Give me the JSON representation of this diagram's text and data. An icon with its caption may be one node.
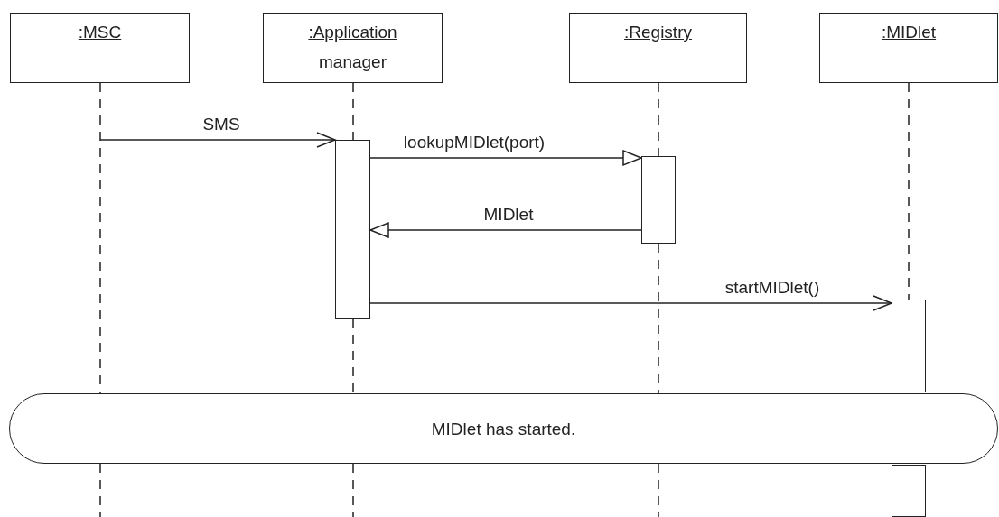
{
  "diagram": {
    "nodes": [
      {
        "text": [
          ":MSC"
        ]
      },
      {
        "text": [
          ":Application manager"
        ]
      },
      {
        "text": [
          ":Registry"
        ]
      },
      {
        "text": [
          ":MIDlet"
        ]
      },
      {
        "text": [],
        "shape": "bar"
      },
      {
        "text": [],
        "shape": "bar"
      },
      {
        "text": [],
        "shape": "bar"
      },
      {
        "text": [],
        "shape": "bar"
      },
      {
        "text": [
          "MIDlet has started."
        ]
      }
    ],
    "edges": [
      {
        "from": 0,
        "to": 4,
        "arrow": "to",
        "label": "SMS"
      },
      {
        "from": 4,
        "to": 5,
        "arrow": "to",
        "label": "lookupMIDlet(port)"
      },
      {
        "from": 5,
        "to": 4,
        "arrow": "to",
        "label": "MIDlet"
      },
      {
        "from": 4,
        "to": 6,
        "arrow": "to",
        "label": "startMIDlet()"
      },
      {
        "from": 0,
        "to": 8,
        "arrow": "none",
        "style": "dashed"
      },
      {
        "from": 8,
        "to": null,
        "arrow": "none",
        "style": "dashed"
      },
      {
        "from": 1,
        "to": 4,
        "arrow": "none",
        "style": "dashed"
      },
      {
        "from": 4,
        "to": 8,
        "arrow": "none",
        "style": "dashed"
      },
      {
        "from": 8,
        "to": null,
        "arrow": "none",
        "style": "dashed"
      },
      {
        "from": 2,
        "to": 5,
        "arrow": "none",
        "style": "dashed"
      },
      {
        "from": 5,
        "to": 8,
        "arrow": "none",
        "style": "dashed"
      },
      {
        "from": 8,
        "to": null,
        "arrow": "none",
        "style": "dashed"
      },
      {
        "from": 3,
        "to": 6,
        "arrow": "none",
        "style": "dashed"
      }
    ]
  }
}
